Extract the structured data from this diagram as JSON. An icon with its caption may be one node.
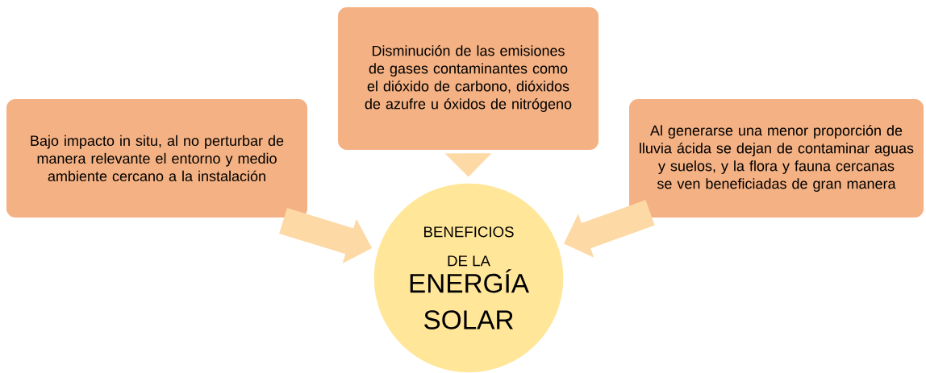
{
  "diagram": {
    "nodes": [
      {
        "text": [
          "Disminución de las emisiones de gases contaminantes como el dióxido de carbono, dióxidos de azufre u óxidos de nitrógeno"
        ]
      },
      {
        "text": [
          "Bajo impacto in situ, al no perturbar de manera relevante el entorno y medio ambiente cercano a la instalación"
        ]
      },
      {
        "text": [
          "Al generarse una menor proporción de lluvia ácida se dejan de contaminar aguas y suelos, y la flora y fauna cercanas se ven beneficiadas de gran manera"
        ]
      },
      {
        "text": [
          "BENEFICIOS DE LA",
          "ENERGÍA SOLAR"
        ]
      }
    ],
    "edges": [
      {
        "from": 0,
        "to": 3,
        "arrow": "to"
      },
      {
        "from": 1,
        "to": 3,
        "arrow": "to"
      },
      {
        "from": 2,
        "to": 3,
        "arrow": "to"
      }
    ]
  }
}
